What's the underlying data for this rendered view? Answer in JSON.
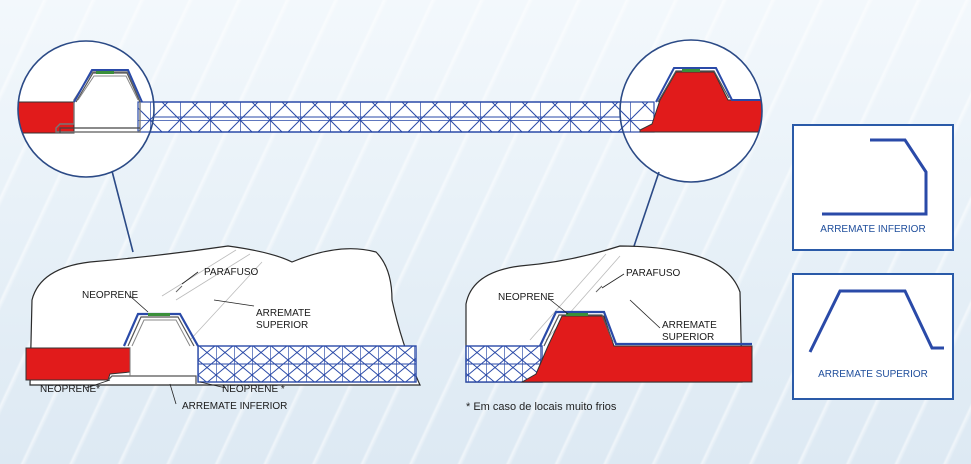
{
  "labels": {
    "parafuso_left": "PARAFUSO",
    "neoprene_left_top": "NEOPRENE",
    "arremate_superior_left_1": "ARREMATE",
    "arremate_superior_left_2": "SUPERIOR",
    "neoprene_left_bottom": "NEOPRENE*",
    "neoprene_left_mid": "NEOPRENE *",
    "arremate_inferior_left": "ARREMATE INFERIOR",
    "parafuso_right": "PARAFUSO",
    "neoprene_right": "NEOPRENE",
    "arremate_superior_right_1": "ARREMATE",
    "arremate_superior_right_2": "SUPERIOR",
    "footnote": "* Em caso de locais muito frios"
  },
  "legend": {
    "inferior_caption": "ARREMATE INFERIOR",
    "superior_caption": "ARREMATE SUPERIOR"
  },
  "colors": {
    "red": "#e11b1b",
    "blue": "#2a4aa8",
    "outline": "#2b4a86",
    "legend_border": "#2a5aa8",
    "legend_text": "#1f4e9c"
  }
}
